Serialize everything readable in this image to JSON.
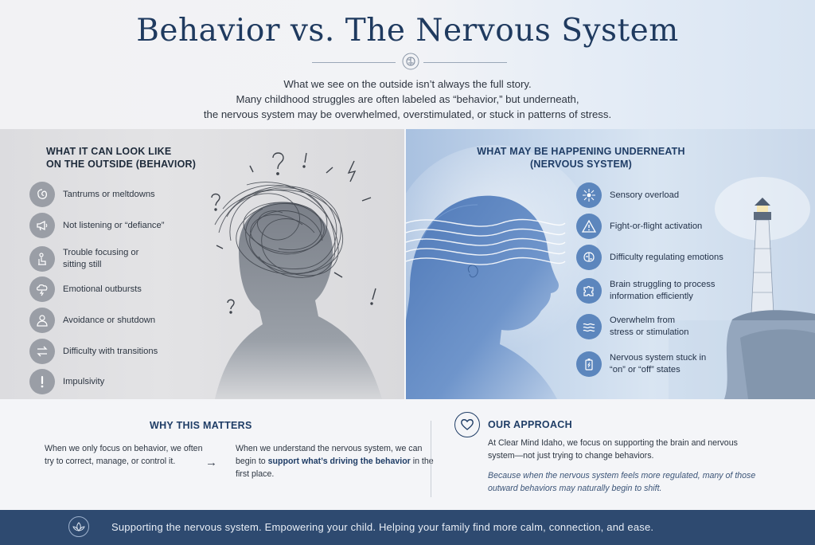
{
  "header": {
    "title": "Behavior vs. The Nervous System",
    "intro_lines": [
      "What we see on the outside isn’t always the full story.",
      "Many childhood struggles are often labeled as “behavior,” but underneath,",
      "the nervous system may be overwhelmed, overstimulated, or stuck in patterns of stress."
    ]
  },
  "left_panel": {
    "heading_lines": [
      "WHAT IT CAN LOOK LIKE",
      "ON THE OUTSIDE (BEHAVIOR)"
    ],
    "items": [
      {
        "icon": "brain-swirl-icon",
        "lines": [
          "Tantrums or meltdowns"
        ]
      },
      {
        "icon": "megaphone-icon",
        "lines": [
          "Not listening or “defiance”"
        ]
      },
      {
        "icon": "person-sitting-icon",
        "lines": [
          "Trouble focusing or",
          "sitting still"
        ]
      },
      {
        "icon": "storm-cloud-icon",
        "lines": [
          "Emotional outbursts"
        ]
      },
      {
        "icon": "person-icon",
        "lines": [
          "Avoidance or shutdown"
        ]
      },
      {
        "icon": "transition-arrows-icon",
        "lines": [
          "Difficulty with transitions"
        ]
      },
      {
        "icon": "exclamation-icon",
        "lines": [
          "Impulsivity"
        ]
      }
    ]
  },
  "right_panel": {
    "heading_lines": [
      "WHAT MAY BE HAPPENING UNDERNEATH",
      "(NERVOUS SYSTEM)"
    ],
    "items": [
      {
        "icon": "sun-burst-icon",
        "lines": [
          "Sensory overload"
        ]
      },
      {
        "icon": "warning-triangle-icon",
        "lines": [
          "Fight-or-flight activation"
        ]
      },
      {
        "icon": "brain-icon",
        "lines": [
          "Difficulty regulating emotions"
        ]
      },
      {
        "icon": "puzzle-icon",
        "lines": [
          "Brain struggling to process",
          "information efficiently"
        ]
      },
      {
        "icon": "waves-icon",
        "lines": [
          "Overwhelm from",
          "stress or stimulation"
        ]
      },
      {
        "icon": "battery-icon",
        "lines": [
          "Nervous system stuck in",
          "“on” or “off” states"
        ]
      }
    ]
  },
  "why": {
    "title": "WHY THIS MATTERS",
    "text_a": "When we only focus on behavior, we often try to correct, manage, or control it.",
    "arrow": "→",
    "text_b_start": "When we understand the nervous system, we can begin to ",
    "text_b_highlight": "support what’s driving the behavior",
    "text_b_end": " in the first place."
  },
  "approach": {
    "title": "OUR APPROACH",
    "text": "At Clear Mind Idaho, we focus on supporting the brain and nervous system—not just trying to change behaviors.",
    "italic": "Because when the nervous system feels more regulated, many of those outward behaviors may naturally begin to shift."
  },
  "footer": {
    "icon": "lotus-icon",
    "text": "Supporting the nervous system.  Empowering your child.  Helping your family find more calm, connection, and ease."
  },
  "colors": {
    "navy": "#1f3d66",
    "footer_bg": "#2e4a70",
    "left_icon_bg": "#9a9ea6",
    "right_icon_bg": "#5c86bd"
  }
}
